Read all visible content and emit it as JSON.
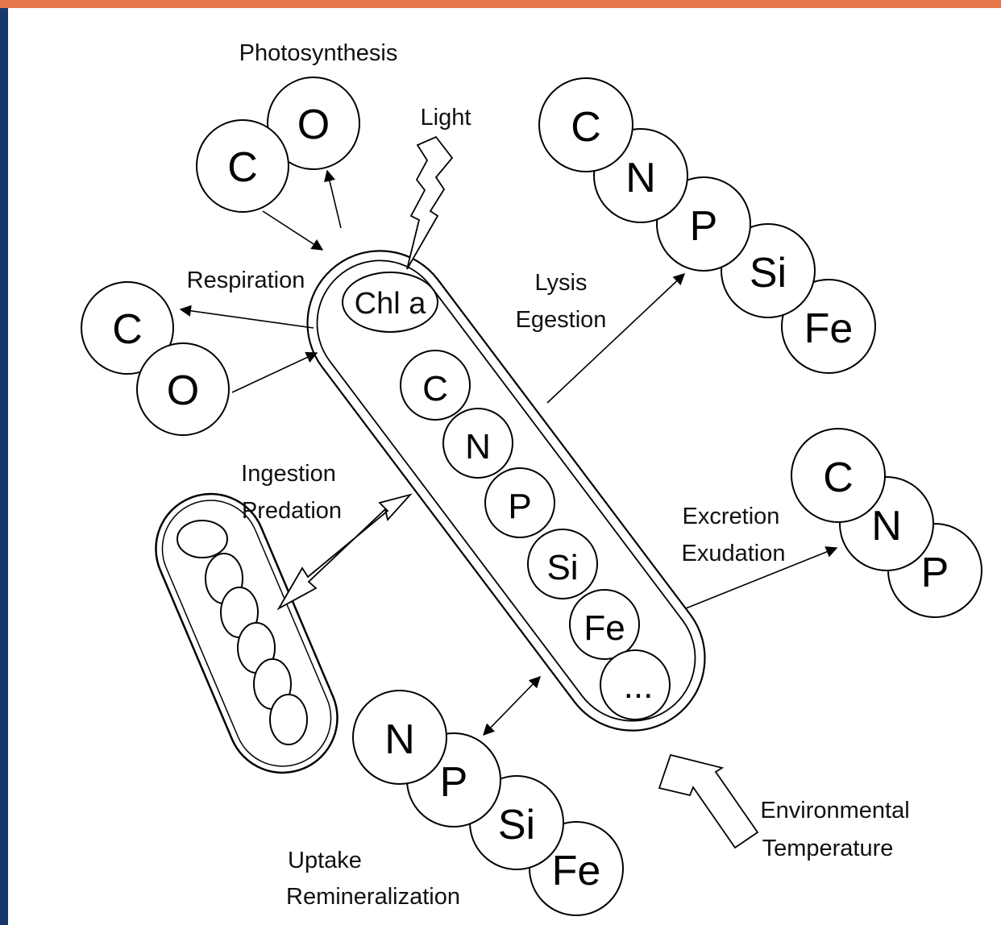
{
  "labels": {
    "photosynthesis": "Photosynthesis",
    "light": "Light",
    "respiration": "Respiration",
    "lysis": "Lysis",
    "egestion": "Egestion",
    "ingestion": "Ingestion",
    "predation": "Predation",
    "excretion": "Excretion",
    "exudation": "Exudation",
    "uptake": "Uptake",
    "remineralization": "Remineralization",
    "environmental": "Environmental",
    "temperature": "Temperature"
  },
  "cell": {
    "chl": "Chl a",
    "elements": [
      "C",
      "N",
      "P",
      "Si",
      "Fe",
      "..."
    ]
  },
  "molecules": {
    "photosynthesis_co": [
      "C",
      "O"
    ],
    "respiration_co": [
      "C",
      "O"
    ],
    "lysis_chain": [
      "C",
      "N",
      "P",
      "Si",
      "Fe"
    ],
    "excretion_chain": [
      "C",
      "N",
      "P"
    ],
    "uptake_chain": [
      "N",
      "P",
      "Si",
      "Fe"
    ]
  },
  "colors": {
    "frame": "#17386a",
    "accent_bar": "#e5784a",
    "panel": "#ffffff"
  }
}
